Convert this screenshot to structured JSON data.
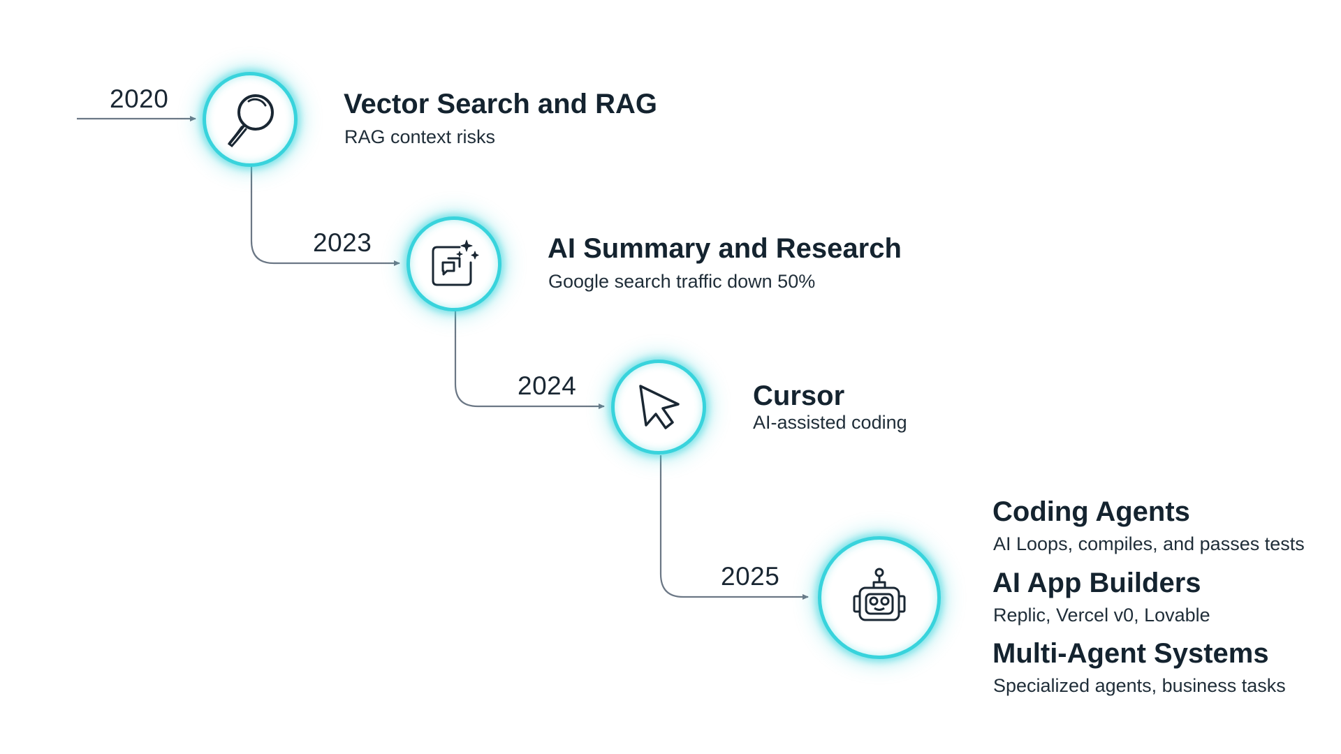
{
  "colors": {
    "accent": "#38d3dc",
    "line": "#6b7785",
    "text": "#14232f"
  },
  "milestones": [
    {
      "year": "2020",
      "icon": "magnifying-glass-icon",
      "items": [
        {
          "title": "Vector Search and RAG",
          "subtitle": "RAG context risks"
        }
      ]
    },
    {
      "year": "2023",
      "icon": "chat-sparkle-icon",
      "items": [
        {
          "title": "AI Summary and Research",
          "subtitle": "Google search traffic down 50%"
        }
      ]
    },
    {
      "year": "2024",
      "icon": "cursor-icon",
      "items": [
        {
          "title": "Cursor",
          "subtitle": "AI-assisted coding"
        }
      ]
    },
    {
      "year": "2025",
      "icon": "robot-icon",
      "items": [
        {
          "title": "Coding Agents",
          "subtitle": "AI Loops, compiles, and passes tests"
        },
        {
          "title": "AI App Builders",
          "subtitle": "Replic, Vercel v0, Lovable"
        },
        {
          "title": "Multi-Agent Systems",
          "subtitle": "Specialized agents, business tasks"
        }
      ]
    }
  ]
}
